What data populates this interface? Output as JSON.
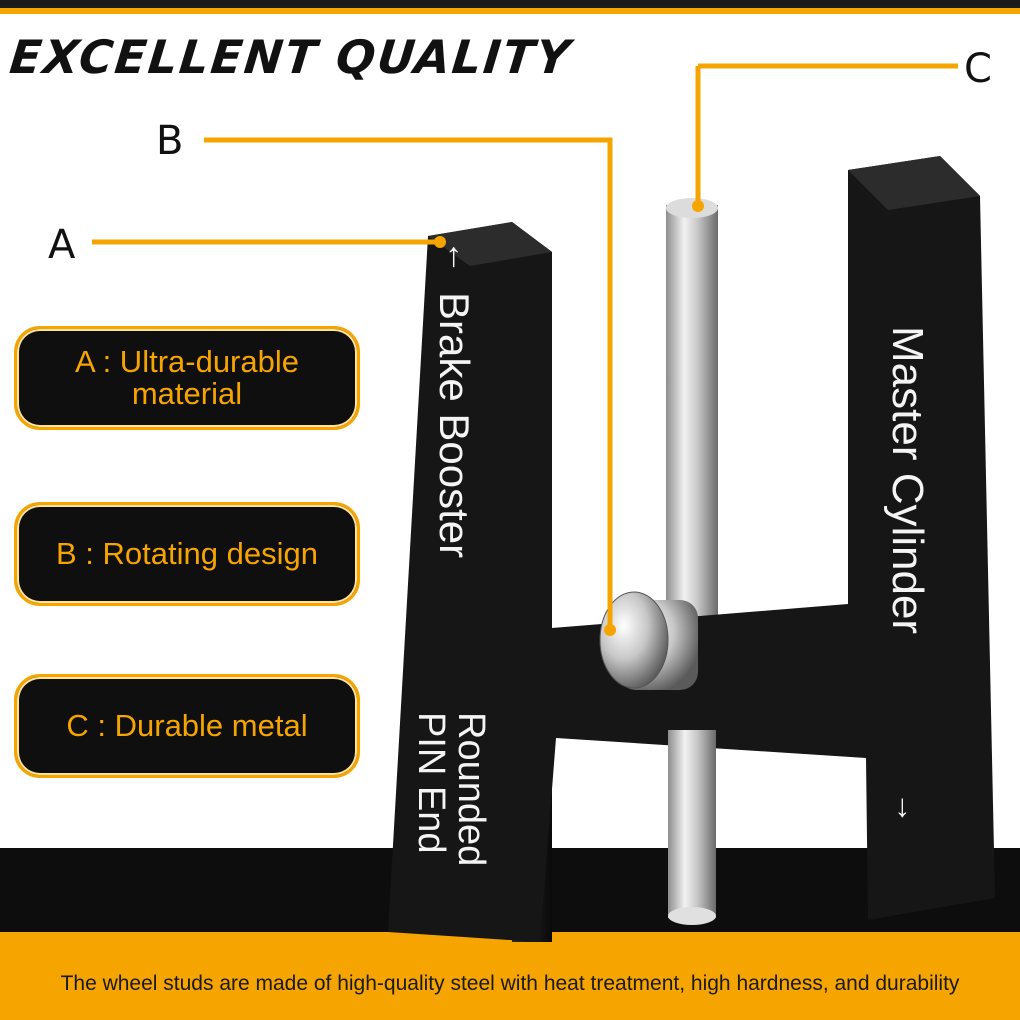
{
  "headline": "EXCELLENT QUALITY",
  "callouts": {
    "a": "A",
    "b": "B",
    "c": "C"
  },
  "features": [
    {
      "label": "A : Ultra-durable material"
    },
    {
      "label": "B : Rotating design"
    },
    {
      "label": "C : Durable metal"
    }
  ],
  "tool_text": {
    "left_arm": "Brake Booster",
    "left_arm_arrow": "←",
    "right_arm": "Master Cylinder",
    "right_arm_arrow": "→",
    "bottom_line1": "Rounded",
    "bottom_line2": "PIN End"
  },
  "footer": "The wheel studs are made of high-quality steel with heat treatment, high hardness, and durability",
  "colors": {
    "accent": "#f5a400",
    "dark": "#0f0f0f",
    "tool": "#151515"
  }
}
